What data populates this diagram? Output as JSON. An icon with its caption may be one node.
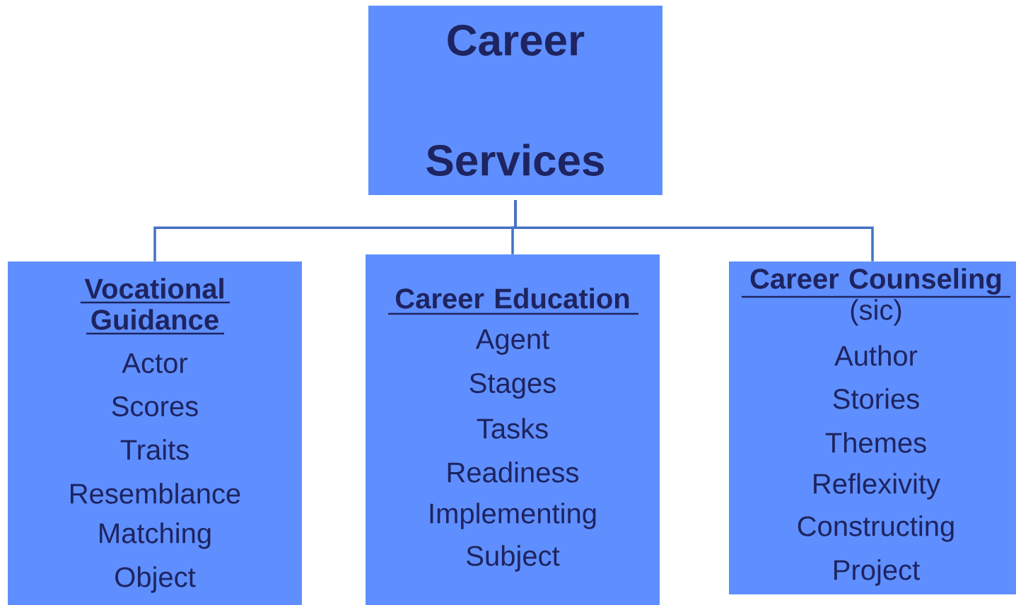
{
  "diagram": {
    "nodes": [
      {
        "text": [
          "Career Services"
        ]
      },
      {
        "text": [
          "Vocational Guidance",
          "Actor",
          "Scores",
          "Traits",
          "Resemblance",
          "Matching",
          "Object"
        ]
      },
      {
        "text": [
          "Career Education",
          "Agent",
          "Stages",
          "Tasks",
          "Readiness",
          "Implementing",
          "Subject"
        ]
      },
      {
        "text": [
          "Career Counseling",
          "(sic)",
          "Author",
          "Stories",
          "Themes",
          "Reflexivity",
          "Constructing",
          "Project"
        ]
      }
    ],
    "edges": [
      {
        "from": 0,
        "to": 1,
        "arrow": "none"
      },
      {
        "from": 0,
        "to": 2,
        "arrow": "none"
      },
      {
        "from": 0,
        "to": 3,
        "arrow": "none"
      }
    ]
  }
}
